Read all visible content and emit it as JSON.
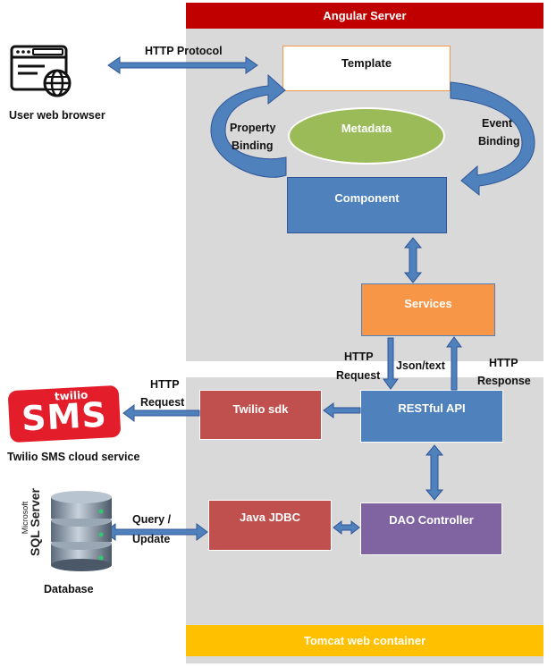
{
  "angular_server": {
    "title": "Angular Server"
  },
  "tomcat": {
    "title": "Tomcat web container"
  },
  "boxes": {
    "template": "Template",
    "metadata": "Metadata",
    "component": "Component",
    "services": "Services",
    "restful_api": "RESTful API",
    "twilio_sdk": "Twilio  sdk",
    "java_jdbc": "Java JDBC",
    "dao_controller": "DAO Controller"
  },
  "labels": {
    "http_protocol": "HTTP Protocol",
    "property": "Property",
    "binding_left": "Binding",
    "event": "Event",
    "binding_right": "Binding",
    "http_request_top": "HTTP",
    "request_top": "Request",
    "json_text": "Json/text",
    "http_response_top": "HTTP",
    "response": "Response",
    "http_request_left": "HTTP",
    "request_left": "Request",
    "query": "Query /",
    "update": "Update"
  },
  "external": {
    "user_browser": "User  web browser",
    "twilio_caption": "Twilio SMS cloud service",
    "twilio_logo_small": "twilio",
    "twilio_logo_big": "SMS",
    "database": "Database",
    "sql_small": "Microsoft",
    "sql_big": "SQL Server"
  },
  "colors": {
    "angular_banner": "#c00000",
    "tomcat_banner": "#ffc000",
    "panel": "#d9d9d9",
    "component": "#4f81bd",
    "services": "#f79646",
    "twilio_sdk": "#c0504d",
    "dao": "#8064a2",
    "metadata": "#9bbb59",
    "arrow": "#4f81bd"
  }
}
